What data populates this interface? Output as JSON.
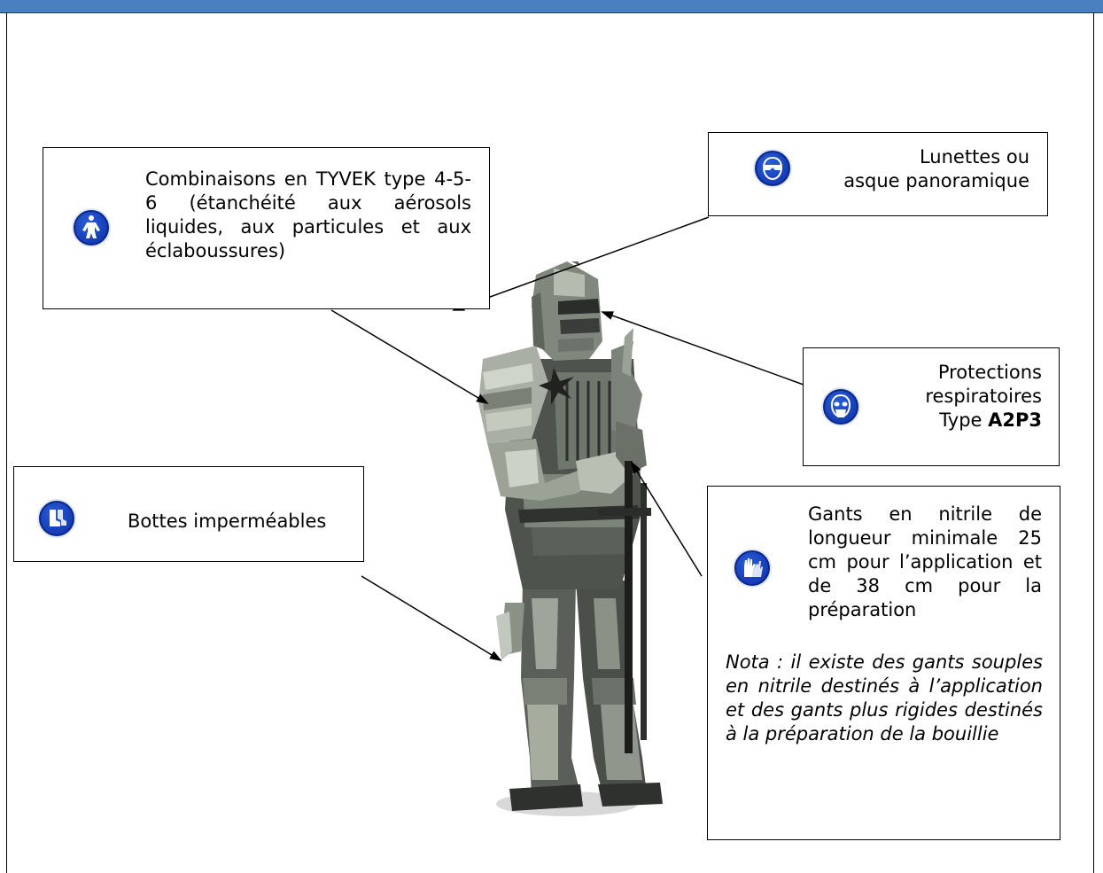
{
  "labels": {
    "combinaisons": "Combinaisons en TYVEK type 4-5-6 (étanchéité aux aérosols liquides, aux particules et aux éclaboussures)",
    "lunettes_line1": "Lunettes ou",
    "lunettes_line2": "asque panoramique",
    "protections_line1": "Protections",
    "protections_line2": "respiratoires",
    "protections_type_prefix": "Type ",
    "protections_type_bold": "A2P3",
    "bottes": "Bottes imperméables",
    "gants": "Gants en nitrile de longueur minimale 25 cm pour l’application et de 38 cm pour la préparation",
    "nota": "Nota : il existe des gants souples en nitrile destinés à l’application et des gants plus rigides destinés à la préparation de la bouillie"
  },
  "icons": {
    "combinaisons": "coverall-icon",
    "lunettes": "goggles-icon",
    "protections": "respirator-mask-icon",
    "bottes": "boots-icon",
    "gants": "gloves-icon"
  },
  "colors": {
    "icon_blue": "#0b2fa8",
    "top_bar": "#4a7fc1"
  }
}
